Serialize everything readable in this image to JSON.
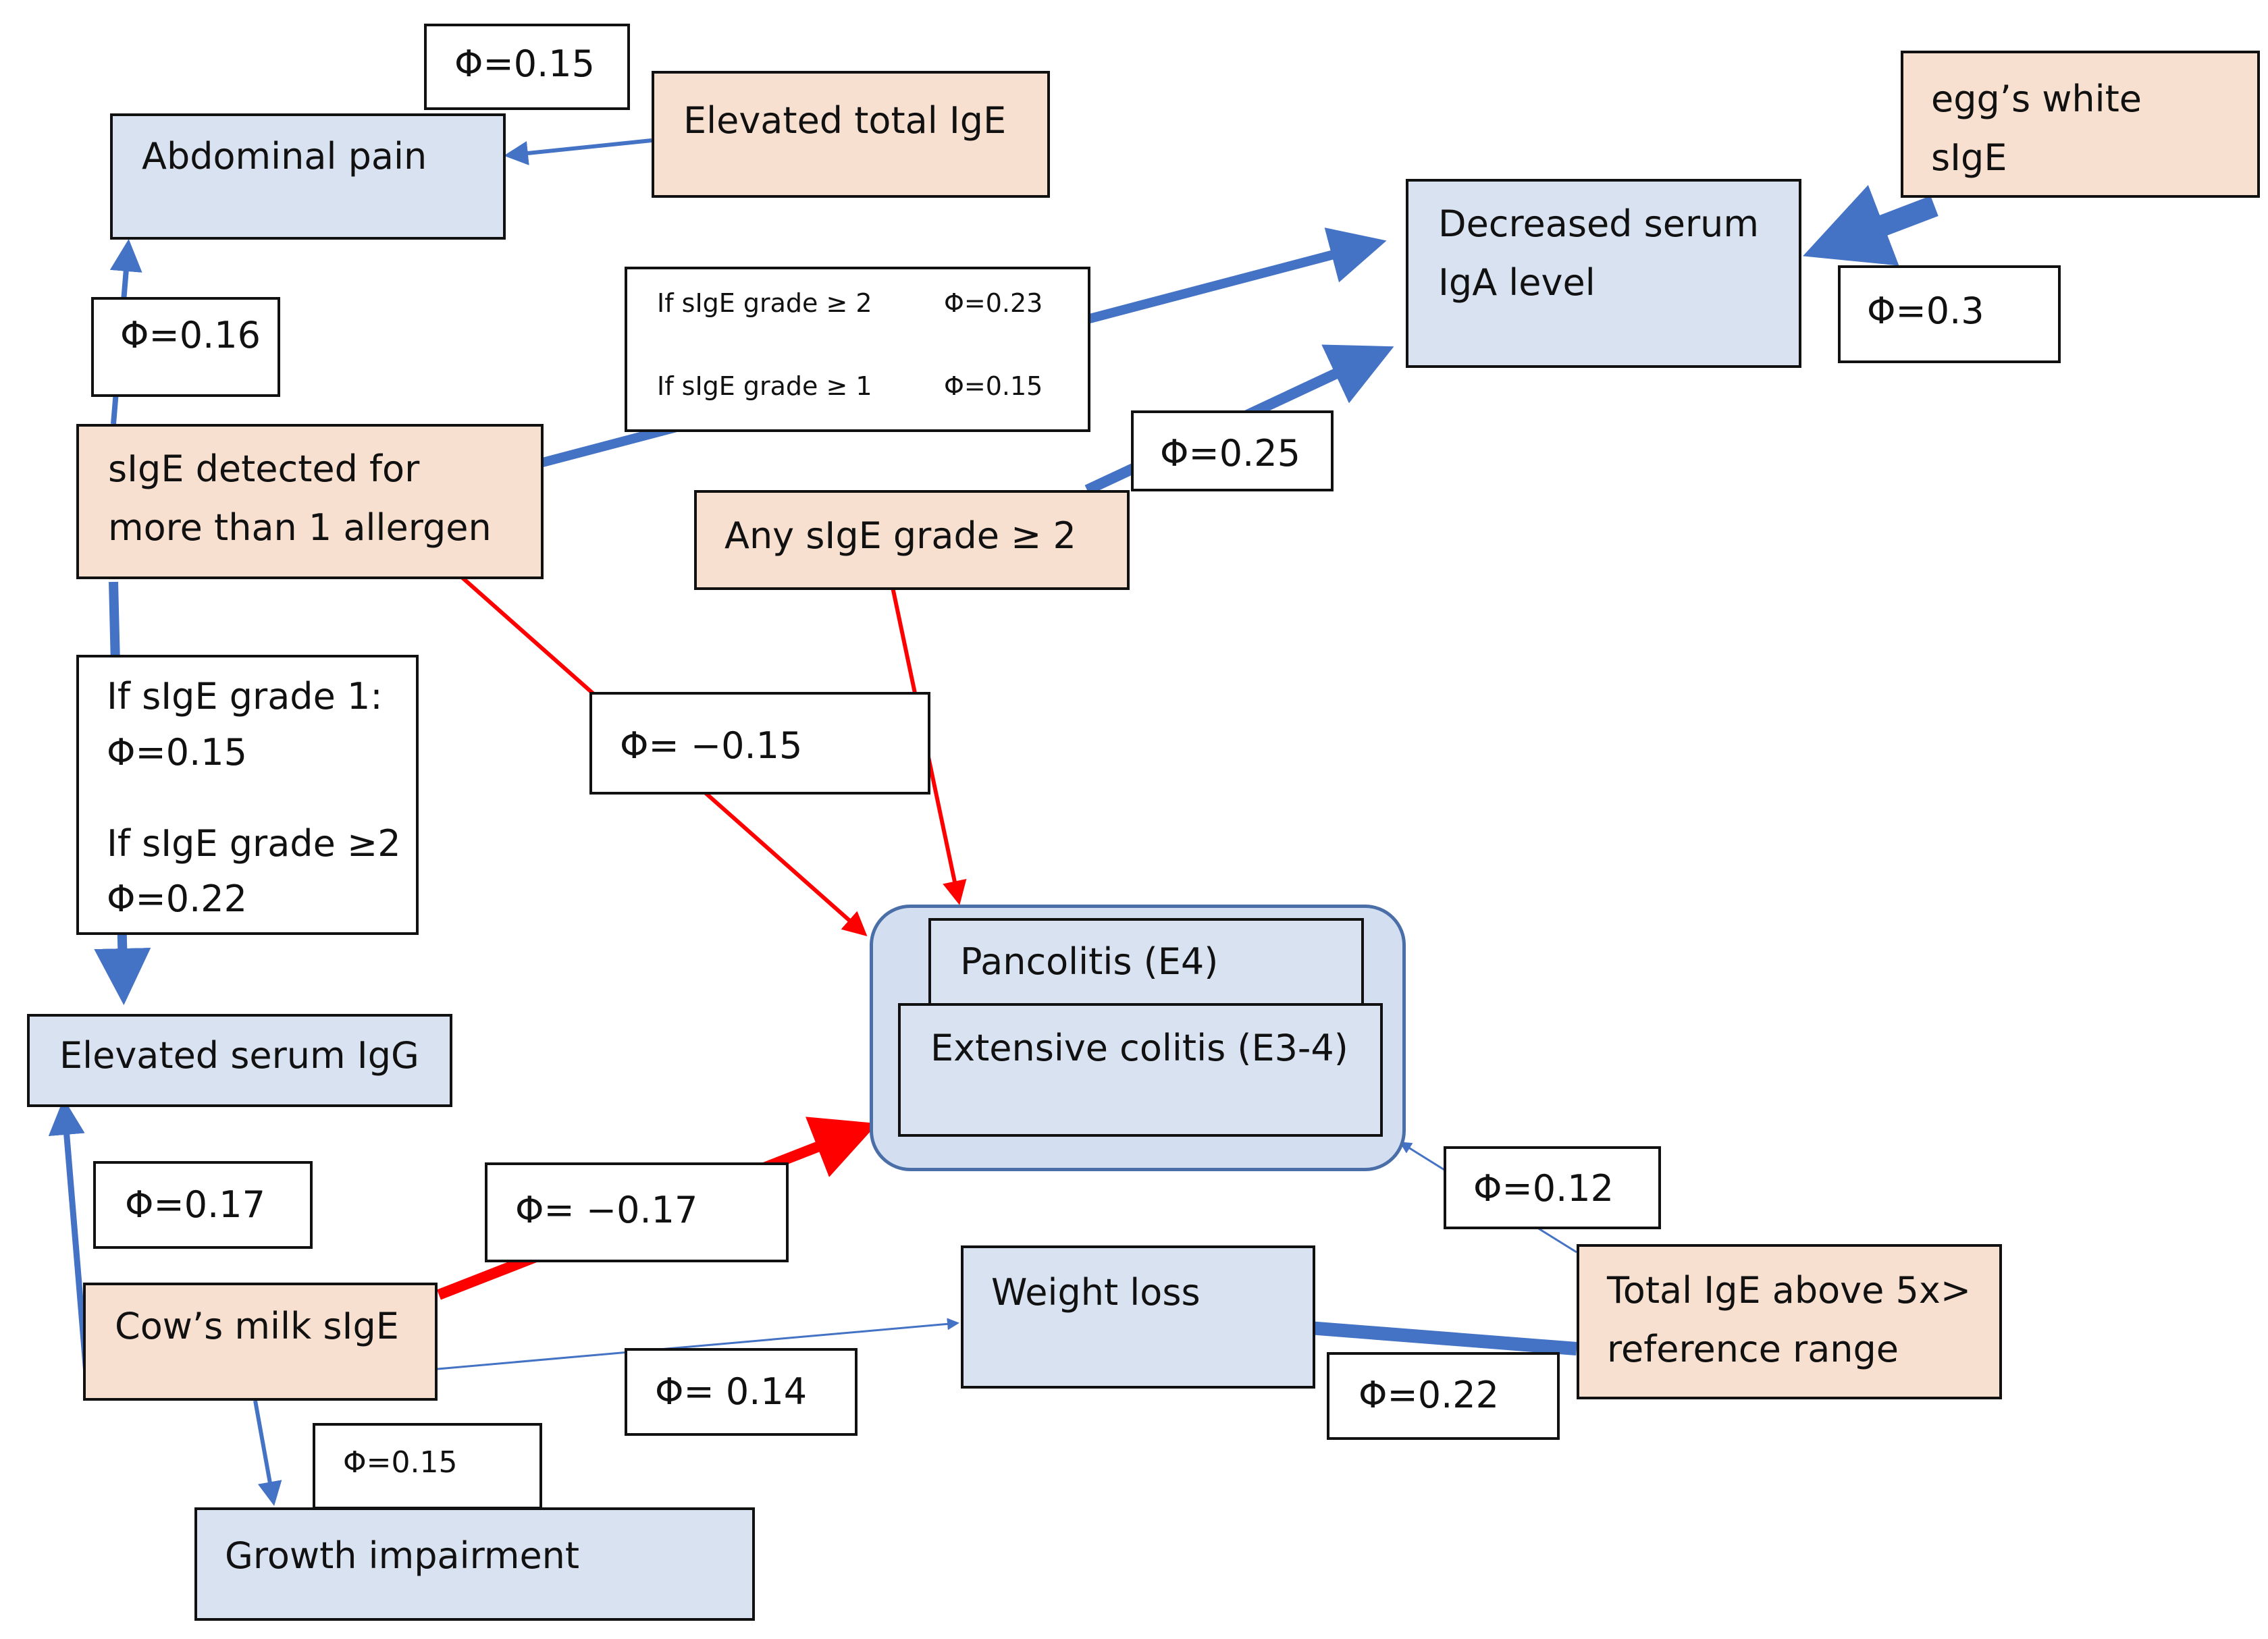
{
  "nodes": {
    "abdominal_pain": "Abdominal pain",
    "elevated_total_ige": "Elevated total IgE",
    "egg_white_sige_line1": "egg’s white",
    "egg_white_sige_line2": "sIgE",
    "decreased_iga_line1": "Decreased serum",
    "decreased_iga_line2": "IgA level",
    "sige_multi_line1": "sIgE detected for",
    "sige_multi_line2": "more than 1 allergen",
    "any_sige_grade": "Any sIgE grade ≥ 2",
    "pancolitis": "Pancolitis (E4)",
    "extensive_colitis": "Extensive colitis (E3-4)",
    "elevated_igg": "Elevated serum IgG",
    "cows_milk_sige": "Cow’s milk sIgE",
    "weight_loss": "Weight loss",
    "total_ige_5x_line1": "Total IgE above 5x>",
    "total_ige_5x_line2": "reference range",
    "growth_impairment": "Growth impairment"
  },
  "labels": {
    "phi_015_top": "Φ=0.15",
    "phi_016": "Φ=0.16",
    "phi_sige2_cond": "If sIgE grade  ≥ 2",
    "phi_sige2_val": "Φ=0.23",
    "phi_sige1_cond": "If sIgE grade  ≥ 1",
    "phi_sige1_val": "Φ=0.15",
    "phi_03": "Φ=0.3",
    "phi_025": "Φ=0.25",
    "phi_neg015": "Φ= −0.15",
    "phi_grade1_cond": "If sIgE grade 1:",
    "phi_grade1_val": "Φ=0.15",
    "phi_grade2_cond": "If sIgE grade ≥2",
    "phi_grade2_val": "Φ=0.22",
    "phi_017": "Φ=0.17",
    "phi_neg017": "Φ= −0.17",
    "phi_012": "Φ=0.12",
    "phi_014": "Φ= 0.14",
    "phi_022": "Φ=0.22",
    "phi_015_growth": "Φ=0.15"
  },
  "colors": {
    "positive_edge": "#4472c4",
    "negative_edge": "#ff0000",
    "outcome_fill": "#d9e2f1",
    "predictor_fill": "#f8e0d0"
  }
}
